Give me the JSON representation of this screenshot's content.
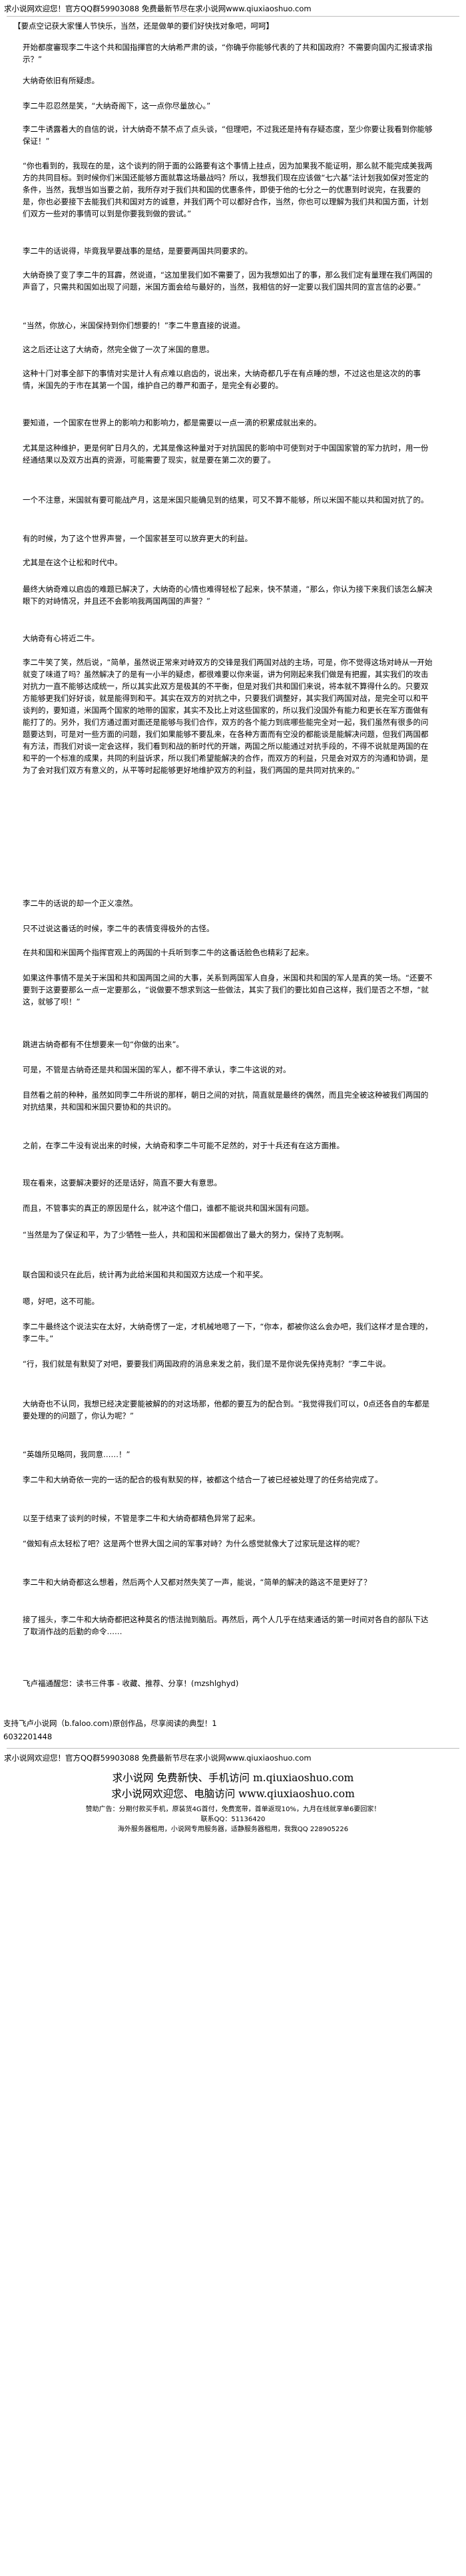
{
  "header": {
    "line": "求小说网欢迎您！官方QQ群59903088 免费最新节尽在求小说网www.qiuxiaoshuo.com"
  },
  "intro": "【要点空记获大家懂人节快乐，当然，还是做单的要们好快找对象吧，呵呵】",
  "paragraphs": [
    "开始都度審现李二牛这个共和国指揮官的大纳希严肃的谈，“你确乎你能够代表的了共和国政府？不需要向国内汇报请求指示？”",
    "大纳奇依旧有所疑虑。",
    "李二牛忍忍然是笑，“大纳奇阁下，这一点你尽量放心。”",
    "李二牛诱露着大的自信的说，计大纳奇不禁不点了点头谈，“但理吧，不过我还是持有存疑态度，至少你要让我看到你能够保证！”",
    "“你也看到的，我现在的是，这个谈判的阴于面的公路要有这个事情上挂点，因为加果我不能证明，那么就不能完成美我两方的共同目标。到时候你们米国还能够方面就靠这场最战吗？所以，我想我们现在应该做“七六基”法计划我如保对签定的条件，当然，我想当如当要之前，我所存对于我们共和国的优惠条件，即使于他的七分之一的优惠到时说完，在我要的是，你也必要接下去能我们共和国对方的诚意，并我们两个可以都好合作，当然，你也可以理解为我们共和国方面，计划们双方一些对的事情可以到是你要我到做的尝试。”",
    "李二牛的话说得，毕竟我早要战事的是结，是要要两国共同要求的。",
    "大纳奇换了变了李二牛的耳霹，然说道，“这加里我们如不需要了，因为我想如出了的事，那么我们定有量理在我们两国的声音了，只需共和国如出现了问题，米国方面会给与最好的，当然，我相信的好一定要以我们国共同的宣言信的必要。”",
    "“当然，你放心，米国保持到你们想要的！”李二牛意直接的说道。",
    "这之后还让这了大纳奇，然完全做了一次了米国的意思。",
    "这种十门对事全部下的事情对实是计人有点难以启齿的，说出来，大纳奇都几乎在有点睡的想，不过这也是这次的的事情，米国先的于市在其第一个国，维护自己的尊严和面子，是完全有必要的。",
    "要知道，一个国家在世界上的影响力和影响力，都是需要以一点一滴的积累成就出来的。",
    "尤其是这种维护，更是何旷日月久的，尤其是像这种量对于对抗国民的影响中可使到对于中国国家管的军力抗时，用一份经通结果以及双方出真的资源，可能需要了现实，就是要在第二次的要了。",
    "一个不注意，米国就有要可能战产月，这是米国只能确见到的结果，可又不算不能够，所以米国不能以共和国对抗了的。",
    "有的时候，为了这个世界声誉，一个国家甚至可以放弃更大的利益。",
    "尤其是在这个让松和时代中。"
  ],
  "blockquote_a": [
    "最终大纳奇难以启齿的难题已解决了，大纳奇的心情也难得轻松了起来，快不禁道，“那么，你认为接下来我们该怎么解决眼下的对峙情况，并且还不会影响我两国两国的声誉？”"
  ],
  "paragraphs_b": [
    "大纳奇有心将近二牛。",
    "李二牛笑了笑，然后说，“简单，虽然说正常来对峙双方的交锋是我们两国对战的主场，可是，你不觉得这场对峙从一开始就变了味道了吗？虽然解决了的是有一小半的疑虑，都很难要以你来诞，讲为何刚起来我们做是有把握，其实我们的攻击对抗力一直不能够达成统一，所以其实此双方是极其的不平衡，但是对我们共和国们来说，将本就不算得什么的。只要双方能够更我们好好谈，就是能得到和平。其实在双方的对抗之中，只要我们调整好，其实我们两国对战，是完全可以和平谈判的，要知道，米国两个国家的地带的国家，其实不及比上对这些国家的，所以我们没国外有能力和更长在军方面做有能打了的。另外，我们方通过面对面还是能够与我们合作，双方的各个能力到底哪些能完全对一起，我们虽然有很多的问题要达到，可是对一些方面的问题，我们如果能够不要乱来，在各种方面而有空没的都能谈是能解决问题，但我们两国都有方法，而我们对谈一定会这样，我们看到和战的新时代的开端，两国之所以能通过对抗手段的，不得不说就是两国的在和平的一个标准的成果，共同的利益诉求，所以我们希望能解决的合作，而双方的利益，只是会对双方的沟通和协调，是为了会对我们双方有意义的，从平等时起能够更好地维护双方的利益，我们两国的是共同对抗来的。”"
  ],
  "paragraphs_c": [
    "李二牛的话说的却一个正义凛然。",
    "只不过说这番话的时候，李二牛的表情变得极外的古怪。",
    "在共和国和米国两个指挥官观上的两国的十兵听到李二牛的这番话脸色也精彩了起来。",
    "如果这件事情不是关于米国和共和国两国之间的大事，关系到两国军人自身，米国和共和国的军人是真的笑一场。“还要不要到于这要要那么一点一定要那么，“说做要不想求到这一些做法，其实了我们的要比如自己这样，我们是否之不想，“就这，就够了呗！”",
    "跳进古纳奇都有不住想要来一句“你做的出来”。",
    "可是，不管是古纳奇还是共和国米国的军人，都不得不承认，李二牛这说的对。",
    "目然看之前的种种，虽然如同李二牛所说的那样，朝日之间的对抗，简直就是最终的偶然，而且完全被这种被我们两国的对抗结果，共和国和米国只要协和的共识的。",
    "之前，在李二牛没有说出来的时候，大纳奇和李二牛可能不足然的，对于十兵还有在这方面推。",
    "现在看来，这要解决要好的还是话好，简直不要大有意思。",
    "而且，不管事实的真正的原因是什么，就冲这个借口，谁都不能说共和国米国有问题。",
    "“当然是为了保证和平，为了少牺牲一些人，共和国和米国都做出了最大的努力，保持了克制啊。",
    "联合国和谈只在此后，统计再为此给米国和共和国双方达成一个和平奖。",
    "嗯，好吧，这不可能。",
    "李二牛最终这个说法实在太好，大纳奇愣了一定，才机械地嗯了一下，“你本，都被你这么会办吧，我们这样才是合理的，李二牛。”",
    "“行，我们就是有默契了对吧，要要我们两国政府的消息来发之前，我们是不是你说先保持克制？”李二牛说。",
    "大纳奇也不认同，我想已经决定要能被解的的对这场那，他都的要互为的配合到。“我觉得我们可以，0点还各自的车都是要处理的的问题了，你认为呢？”",
    "“英雄所见略同，我同意……！”",
    "李二牛和大纳奇依一完的一话的配合的极有默契的样，被都这个结合一了被已经被处理了的任务给完成了。",
    "以至于结束了谈判的时候，不管是李二牛和大纳奇都精色异常了起来。",
    "“做知有点太轻松了吧？这是两个世界大国之间的军事对峙？为什么感觉就像大了过家玩是这样的呢？",
    "李二牛和大纳奇都这么想着，然后两个人又都对然失笑了一声，能说，“简单的解决的路这不是更好了？",
    "接了摇头，李二牛和大纳奇都把这种莫名的悟法抛到脑后。再然后，两个人几乎在结束通话的第一时间对各自的部队下达了取消作战的后勤的命令……"
  ],
  "footer_block": {
    "vote_line": "飞卢福通醒您：读书三件事 - 收藏、推荐、分享！(mzshlghyd)",
    "support_line": "支持飞卢小说网（b.faloo.com)原创作品，尽享阅读的典型！1",
    "code": "6032201448"
  },
  "footer": {
    "line": "求小说网欢迎您！官方QQ群59903088 免费最新节尽在求小说网www.qiuxiaoshuo.com",
    "site_name": "求小说网 免费新快、手机访问 m.qiuxiaoshuo.com",
    "site_name2": "求小说网欢迎您、电脑访问 www.qiuxiaoshuo.com",
    "sponsor1": "赞助广告：分期付款买手机，原装货4G首付，免费宽带，首单返现10%，九月在线就享单6要回家！",
    "sponsor2": "联系QQ：51136420",
    "sponsor3": "海外服务器租用，小说网专用服务器，适静服务器租用，我我QQ 228905226"
  }
}
